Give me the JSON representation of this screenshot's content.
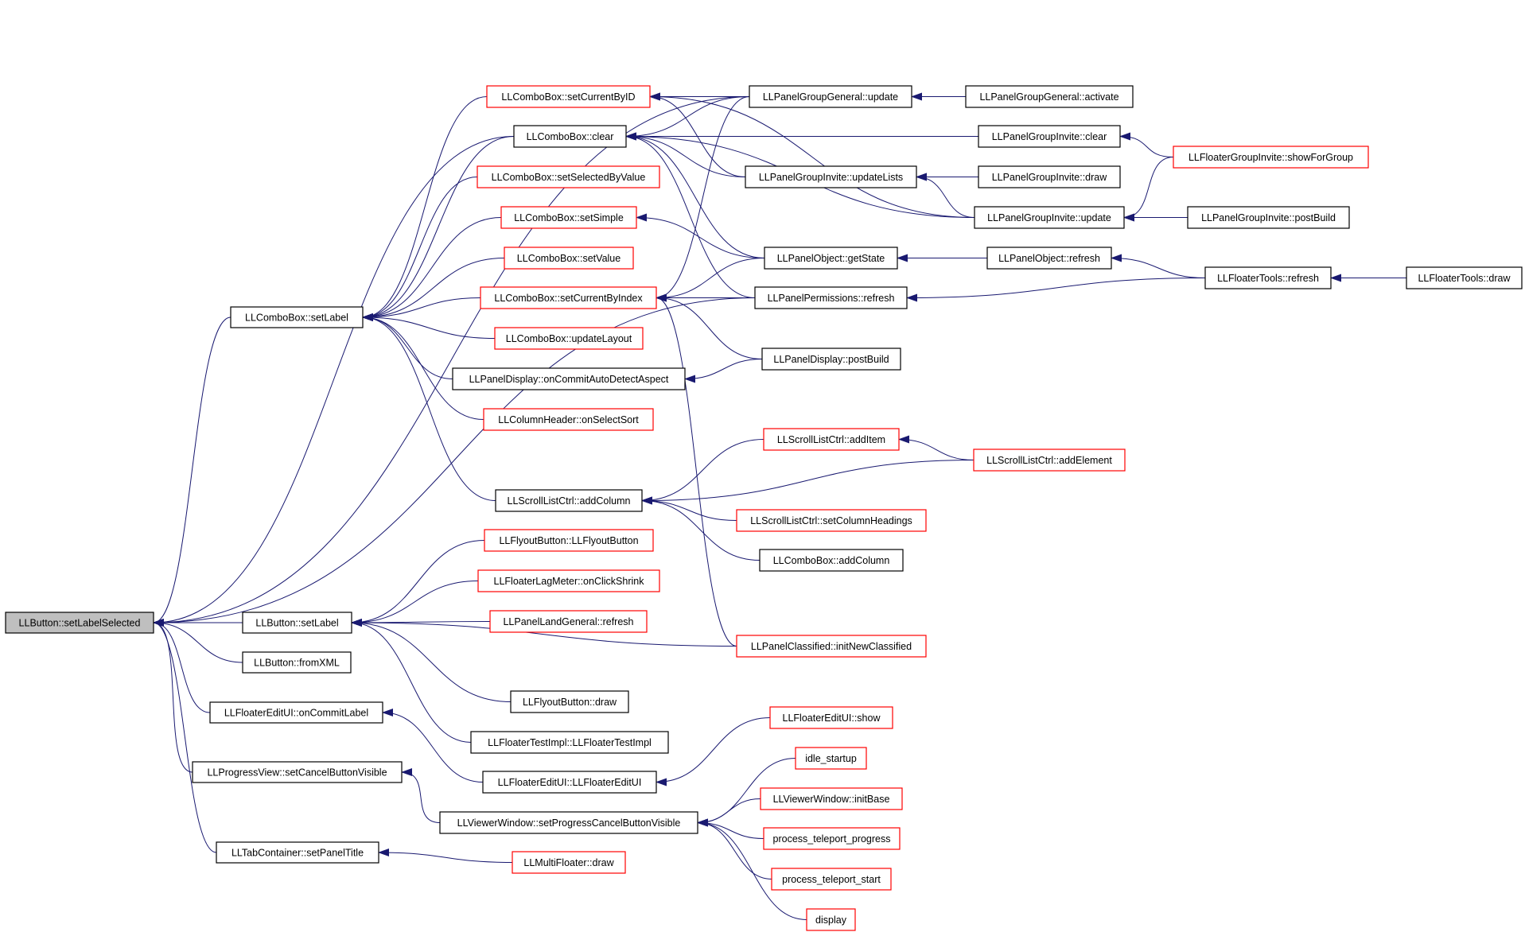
{
  "colors": {
    "edge": "#191970",
    "border_default": "#000000",
    "border_truncated": "#ff0000",
    "root_fill": "#bfbfbf",
    "node_fill": "#ffffff"
  },
  "nodes": [
    {
      "id": "n0",
      "label": "LLButton::setLabelSelected",
      "kind": "root"
    },
    {
      "id": "n1",
      "label": "LLComboBox::setLabel",
      "kind": "normal"
    },
    {
      "id": "n2",
      "label": "LLButton::setLabel",
      "kind": "normal"
    },
    {
      "id": "n3",
      "label": "LLButton::fromXML",
      "kind": "normal"
    },
    {
      "id": "n4",
      "label": "LLFloaterEditUI::onCommitLabel",
      "kind": "normal"
    },
    {
      "id": "n5",
      "label": "LLProgressView::setCancelButtonVisible",
      "kind": "normal"
    },
    {
      "id": "n6",
      "label": "LLTabContainer::setPanelTitle",
      "kind": "normal"
    },
    {
      "id": "n7",
      "label": "LLComboBox::setCurrentByID",
      "kind": "truncated"
    },
    {
      "id": "n8",
      "label": "LLComboBox::clear",
      "kind": "normal"
    },
    {
      "id": "n9",
      "label": "LLComboBox::setSelectedByValue",
      "kind": "truncated"
    },
    {
      "id": "n10",
      "label": "LLComboBox::setSimple",
      "kind": "truncated"
    },
    {
      "id": "n11",
      "label": "LLComboBox::setValue",
      "kind": "truncated"
    },
    {
      "id": "n12",
      "label": "LLComboBox::setCurrentByIndex",
      "kind": "truncated"
    },
    {
      "id": "n13",
      "label": "LLComboBox::updateLayout",
      "kind": "truncated"
    },
    {
      "id": "n14",
      "label": "LLPanelDisplay::onCommitAutoDetectAspect",
      "kind": "normal"
    },
    {
      "id": "n15",
      "label": "LLColumnHeader::onSelectSort",
      "kind": "truncated"
    },
    {
      "id": "n16",
      "label": "LLScrollListCtrl::addColumn",
      "kind": "normal"
    },
    {
      "id": "n17",
      "label": "LLFlyoutButton::LLFlyoutButton",
      "kind": "truncated"
    },
    {
      "id": "n18",
      "label": "LLFloaterLagMeter::onClickShrink",
      "kind": "truncated"
    },
    {
      "id": "n19",
      "label": "LLPanelLandGeneral::refresh",
      "kind": "truncated"
    },
    {
      "id": "n20",
      "label": "LLFlyoutButton::draw",
      "kind": "normal"
    },
    {
      "id": "n21",
      "label": "LLFloaterTestImpl::LLFloaterTestImpl",
      "kind": "normal"
    },
    {
      "id": "n22",
      "label": "LLFloaterEditUI::LLFloaterEditUI",
      "kind": "normal"
    },
    {
      "id": "n23",
      "label": "LLViewerWindow::setProgressCancelButtonVisible",
      "kind": "normal"
    },
    {
      "id": "n24",
      "label": "LLMultiFloater::draw",
      "kind": "truncated"
    },
    {
      "id": "n25",
      "label": "LLPanelGroupGeneral::update",
      "kind": "normal"
    },
    {
      "id": "n26",
      "label": "LLPanelGroupInvite::updateLists",
      "kind": "normal"
    },
    {
      "id": "n27",
      "label": "LLPanelObject::getState",
      "kind": "normal"
    },
    {
      "id": "n28",
      "label": "LLPanelPermissions::refresh",
      "kind": "normal"
    },
    {
      "id": "n29",
      "label": "LLPanelDisplay::postBuild",
      "kind": "normal"
    },
    {
      "id": "n30",
      "label": "LLScrollListCtrl::addItem",
      "kind": "truncated"
    },
    {
      "id": "n31",
      "label": "LLScrollListCtrl::setColumnHeadings",
      "kind": "truncated"
    },
    {
      "id": "n32",
      "label": "LLComboBox::addColumn",
      "kind": "normal"
    },
    {
      "id": "n33",
      "label": "LLPanelClassified::initNewClassified",
      "kind": "truncated"
    },
    {
      "id": "n34",
      "label": "LLFloaterEditUI::show",
      "kind": "truncated"
    },
    {
      "id": "n35",
      "label": "idle_startup",
      "kind": "truncated"
    },
    {
      "id": "n36",
      "label": "LLViewerWindow::initBase",
      "kind": "truncated"
    },
    {
      "id": "n37",
      "label": "process_teleport_progress",
      "kind": "truncated"
    },
    {
      "id": "n38",
      "label": "process_teleport_start",
      "kind": "truncated"
    },
    {
      "id": "n39",
      "label": "display",
      "kind": "truncated"
    },
    {
      "id": "n40",
      "label": "LLPanelGroupGeneral::activate",
      "kind": "normal"
    },
    {
      "id": "n41",
      "label": "LLPanelGroupInvite::clear",
      "kind": "normal"
    },
    {
      "id": "n42",
      "label": "LLPanelGroupInvite::draw",
      "kind": "normal"
    },
    {
      "id": "n43",
      "label": "LLPanelGroupInvite::update",
      "kind": "normal"
    },
    {
      "id": "n44",
      "label": "LLPanelObject::refresh",
      "kind": "normal"
    },
    {
      "id": "n45",
      "label": "LLScrollListCtrl::addElement",
      "kind": "truncated"
    },
    {
      "id": "n46",
      "label": "LLFloaterGroupInvite::showForGroup",
      "kind": "truncated"
    },
    {
      "id": "n47",
      "label": "LLPanelGroupInvite::postBuild",
      "kind": "normal"
    },
    {
      "id": "n48",
      "label": "LLFloaterTools::refresh",
      "kind": "normal"
    },
    {
      "id": "n49",
      "label": "LLFloaterTools::draw",
      "kind": "normal"
    }
  ],
  "edges": [
    [
      "n0",
      "n1"
    ],
    [
      "n0",
      "n2"
    ],
    [
      "n0",
      "n3"
    ],
    [
      "n0",
      "n4"
    ],
    [
      "n0",
      "n5"
    ],
    [
      "n0",
      "n6"
    ],
    [
      "n0",
      "n8"
    ],
    [
      "n0",
      "n25"
    ],
    [
      "n0",
      "n28"
    ],
    [
      "n1",
      "n7"
    ],
    [
      "n1",
      "n8"
    ],
    [
      "n1",
      "n9"
    ],
    [
      "n1",
      "n10"
    ],
    [
      "n1",
      "n11"
    ],
    [
      "n1",
      "n12"
    ],
    [
      "n1",
      "n13"
    ],
    [
      "n1",
      "n14"
    ],
    [
      "n1",
      "n15"
    ],
    [
      "n1",
      "n16"
    ],
    [
      "n2",
      "n17"
    ],
    [
      "n2",
      "n18"
    ],
    [
      "n2",
      "n19"
    ],
    [
      "n2",
      "n20"
    ],
    [
      "n2",
      "n21"
    ],
    [
      "n2",
      "n33"
    ],
    [
      "n4",
      "n22"
    ],
    [
      "n5",
      "n23"
    ],
    [
      "n6",
      "n24"
    ],
    [
      "n7",
      "n25"
    ],
    [
      "n7",
      "n26"
    ],
    [
      "n7",
      "n43"
    ],
    [
      "n8",
      "n25"
    ],
    [
      "n8",
      "n26"
    ],
    [
      "n8",
      "n41"
    ],
    [
      "n8",
      "n43"
    ],
    [
      "n8",
      "n27"
    ],
    [
      "n8",
      "n28"
    ],
    [
      "n10",
      "n27"
    ],
    [
      "n12",
      "n27"
    ],
    [
      "n12",
      "n28"
    ],
    [
      "n12",
      "n29"
    ],
    [
      "n12",
      "n25"
    ],
    [
      "n12",
      "n33"
    ],
    [
      "n14",
      "n29"
    ],
    [
      "n16",
      "n30"
    ],
    [
      "n16",
      "n45"
    ],
    [
      "n16",
      "n31"
    ],
    [
      "n16",
      "n32"
    ],
    [
      "n22",
      "n34"
    ],
    [
      "n23",
      "n35"
    ],
    [
      "n23",
      "n36"
    ],
    [
      "n23",
      "n37"
    ],
    [
      "n23",
      "n38"
    ],
    [
      "n23",
      "n39"
    ],
    [
      "n25",
      "n40"
    ],
    [
      "n26",
      "n42"
    ],
    [
      "n26",
      "n43"
    ],
    [
      "n27",
      "n44"
    ],
    [
      "n28",
      "n48"
    ],
    [
      "n30",
      "n45"
    ],
    [
      "n41",
      "n46"
    ],
    [
      "n43",
      "n46"
    ],
    [
      "n43",
      "n47"
    ],
    [
      "n44",
      "n48"
    ],
    [
      "n48",
      "n49"
    ]
  ]
}
